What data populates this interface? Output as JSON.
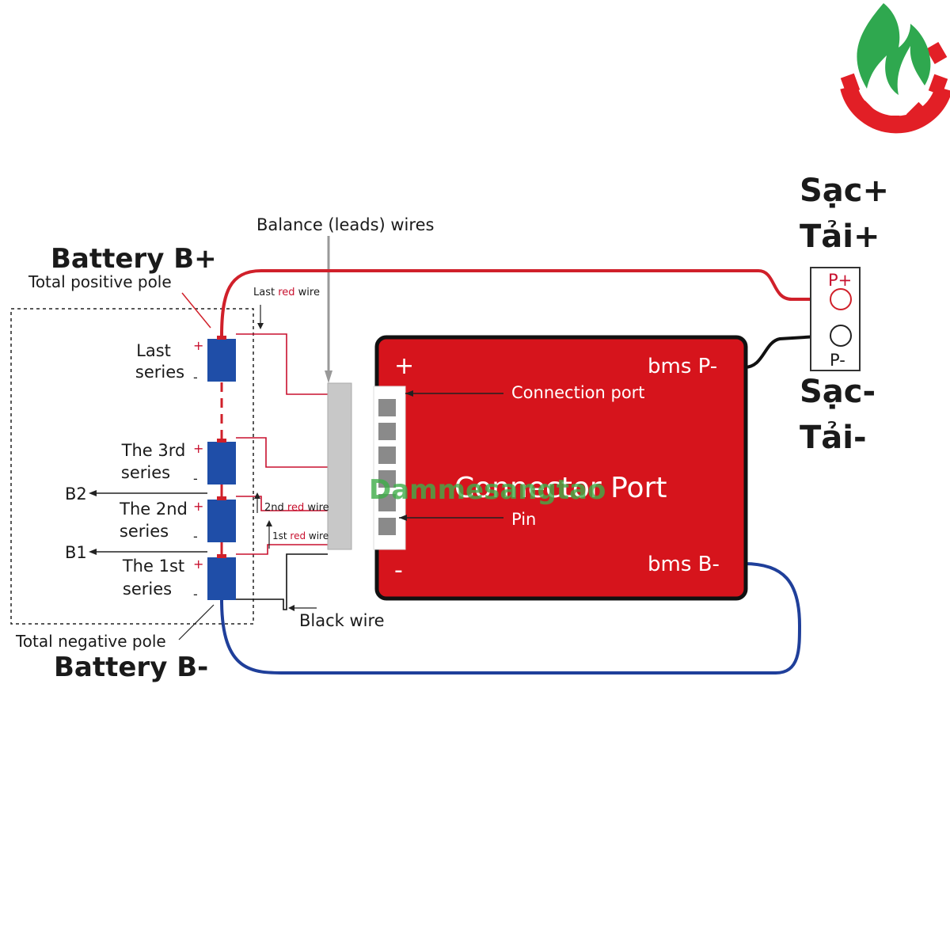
{
  "colors": {
    "wire_red": "#d0202a",
    "wire_thin_red": "#c8102e",
    "wire_blue": "#1f3f9a",
    "wire_black": "#111111",
    "cell_blue": "#1f4ea8",
    "bms_red": "#d6141c",
    "connector_grey": "#c8c8c8",
    "logo_green": "#2fa84f",
    "logo_red": "#e21f26",
    "watermark_green": "#3fae49"
  },
  "labels": {
    "balance_wires": "Balance (leads) wires",
    "battery_b_plus": "Battery B+",
    "total_positive_pole": "Total positive pole",
    "last_red_wire_pre": "Last ",
    "last_red_wire_red": "red",
    "last_red_wire_post": " wire",
    "second_red_wire_pre": "2nd ",
    "second_red_wire_red": "red",
    "second_red_wire_post": " wire",
    "first_red_wire_pre": "1st ",
    "first_red_wire_red": "red",
    "first_red_wire_post": " wire",
    "black_wire": "Black wire",
    "total_negative_pole": "Total negative pole",
    "battery_b_minus": "Battery B-",
    "b2": "B2",
    "b1": "B1",
    "connection_port": "Connection port",
    "pin": "Pin",
    "connector_port": "Connector Port",
    "bms_p_minus": "bms P-",
    "bms_b_minus": "bms B-",
    "plus": "+",
    "minus": "-",
    "p_plus": "P+",
    "p_minus": "P-",
    "sac_plus": "Sạc+",
    "tai_plus": "Tải+",
    "sac_minus": "Sạc-",
    "tai_minus": "Tải-",
    "watermark": "Dammesangtao"
  },
  "cells": [
    {
      "line1": "Last",
      "line2": "series"
    },
    {
      "line1": "The 3rd",
      "line2": "series"
    },
    {
      "line1": "The 2nd",
      "line2": "series"
    },
    {
      "line1": "The 1st",
      "line2": "series"
    }
  ],
  "cell_sign_plus": "+",
  "cell_sign_minus": "-",
  "logo": {
    "icon": "flame-gear-logo"
  }
}
